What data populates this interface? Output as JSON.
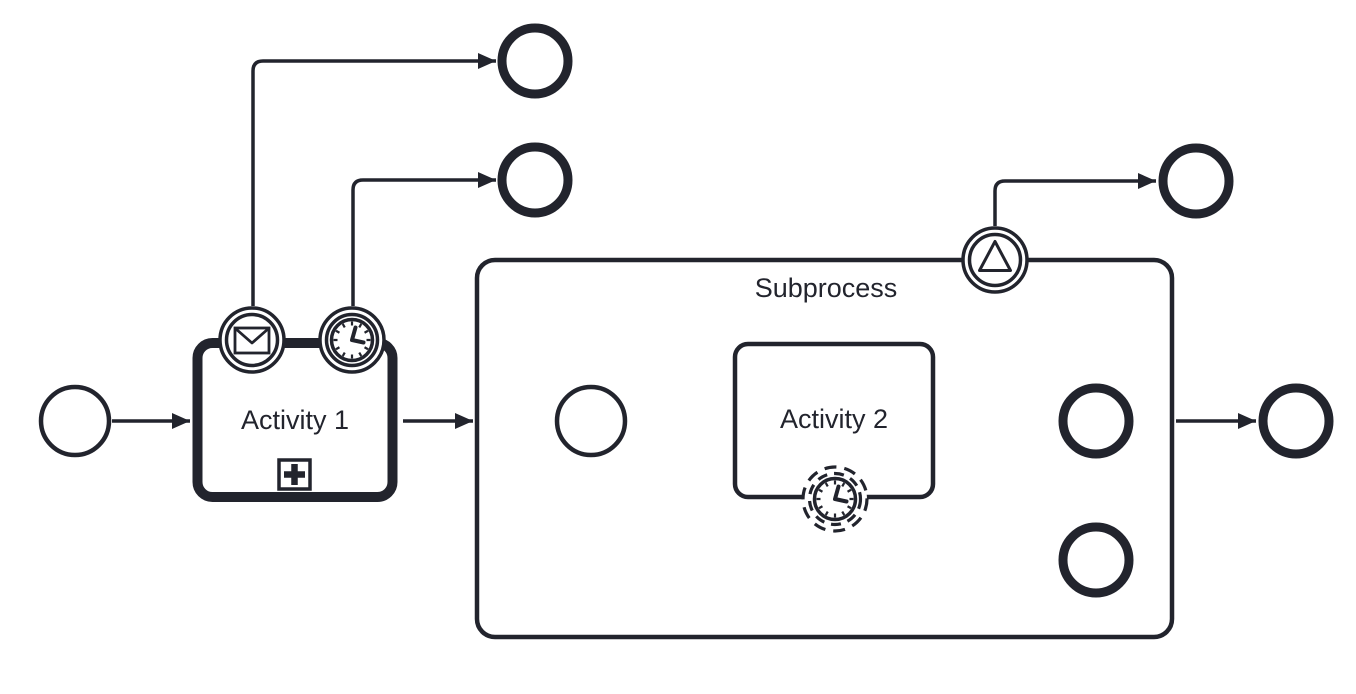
{
  "diagram": {
    "kind": "bpmn-process-diagram",
    "background_color": "#ffffff",
    "stroke_color": "#22242d",
    "labels": {
      "activity1": "Activity 1",
      "activity2": "Activity 2",
      "subprocess": "Subprocess"
    },
    "elements": [
      {
        "id": "start-event-main",
        "type": "start-event",
        "label": ""
      },
      {
        "id": "activity-1",
        "type": "collapsed-subprocess-call-activity",
        "label": "Activity 1",
        "marker": "plus-subprocess-marker",
        "boundary_events": [
          {
            "id": "boundary-event-message",
            "type": "interrupting-boundary-event",
            "icon": "message-icon"
          },
          {
            "id": "boundary-event-timer",
            "type": "interrupting-boundary-event",
            "icon": "timer-clock-icon"
          }
        ]
      },
      {
        "id": "end-event-message-path",
        "type": "end-event",
        "label": ""
      },
      {
        "id": "end-event-timer-path",
        "type": "end-event",
        "label": ""
      },
      {
        "id": "subprocess",
        "type": "expanded-subprocess",
        "label": "Subprocess",
        "boundary_events": [
          {
            "id": "boundary-event-escalation",
            "type": "interrupting-boundary-event",
            "icon": "escalation-triangle-icon"
          }
        ]
      },
      {
        "id": "end-event-escalation-path",
        "type": "end-event",
        "label": ""
      },
      {
        "id": "start-event-subprocess",
        "type": "start-event",
        "label": ""
      },
      {
        "id": "activity-2",
        "type": "task",
        "label": "Activity 2",
        "boundary_events": [
          {
            "id": "boundary-event-timer-non-interrupting",
            "type": "non-interrupting-boundary-event",
            "icon": "timer-clock-icon"
          }
        ]
      },
      {
        "id": "end-event-subprocess-main",
        "type": "end-event",
        "label": ""
      },
      {
        "id": "end-event-subprocess-timer",
        "type": "end-event",
        "label": ""
      },
      {
        "id": "end-event-final",
        "type": "end-event",
        "label": ""
      }
    ],
    "flows": [
      {
        "from": "start-event-main",
        "to": "activity-1"
      },
      {
        "from": "boundary-event-message",
        "to": "end-event-message-path"
      },
      {
        "from": "boundary-event-timer",
        "to": "end-event-timer-path"
      },
      {
        "from": "activity-1",
        "to": "subprocess"
      },
      {
        "from": "boundary-event-escalation",
        "to": "end-event-escalation-path"
      },
      {
        "from": "start-event-subprocess",
        "to": "activity-2"
      },
      {
        "from": "activity-2",
        "to": "end-event-subprocess-main"
      },
      {
        "from": "boundary-event-timer-non-interrupting",
        "to": "end-event-subprocess-timer"
      },
      {
        "from": "subprocess",
        "to": "end-event-final"
      }
    ]
  }
}
